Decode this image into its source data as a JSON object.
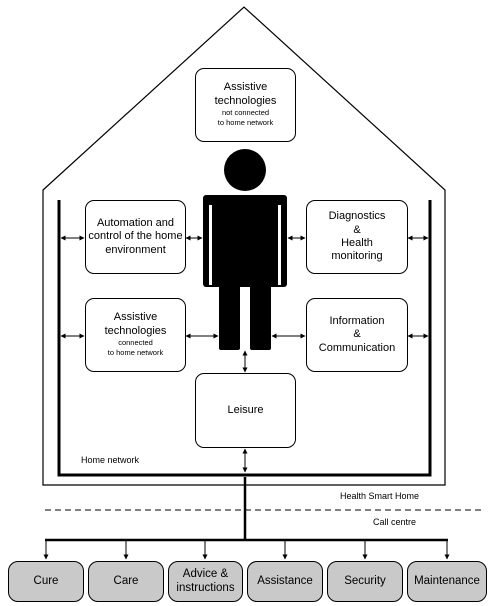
{
  "boxes": {
    "assistive_not_connected": {
      "title": "Assistive technologies",
      "sub1": "not connected",
      "sub2": "to home network"
    },
    "automation": {
      "text": "Automation and control of the home environment"
    },
    "diagnostics": {
      "line1": "Diagnostics",
      "line2": "&",
      "line3": "Health",
      "line4": "monitoring"
    },
    "assistive_connected": {
      "title": "Assistive technologies",
      "sub1": "connected",
      "sub2": "to home network"
    },
    "information": {
      "line1": "Information",
      "line2": "&",
      "line3": "Communication"
    },
    "leisure": {
      "text": "Leisure"
    }
  },
  "labels": {
    "home_network": "Home network",
    "health_smart_home": "Health Smart Home",
    "call_centre": "Call centre"
  },
  "services": [
    "Cure",
    "Care",
    "Advice & instructions",
    "Assistance",
    "Security",
    "Maintenance"
  ]
}
